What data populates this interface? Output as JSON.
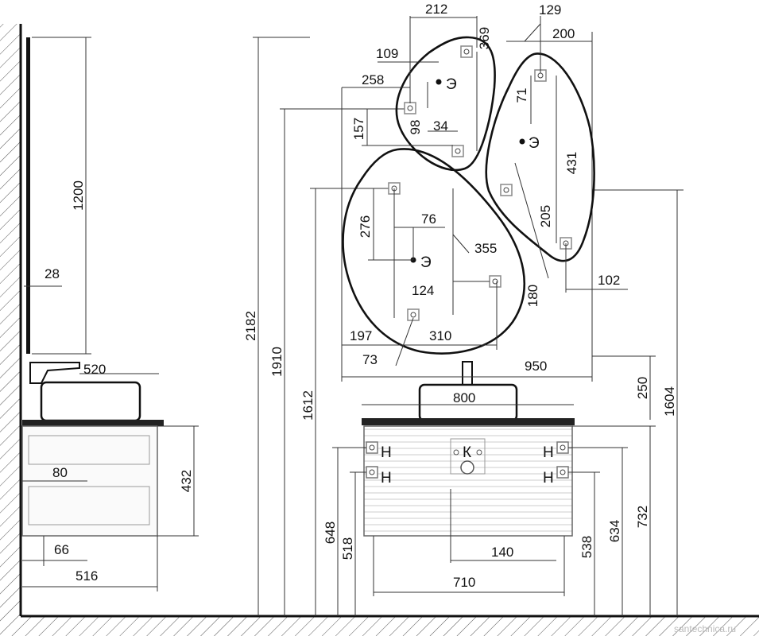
{
  "side_view": {
    "mirror_height": "1200",
    "mirror_depth": "28",
    "top_depth": "520",
    "cabinet_height": "432",
    "drawer_inset": "80",
    "leg_offset": "66",
    "cabinet_depth": "516"
  },
  "front_view": {
    "total_height": "2182",
    "mirror_mount_upper": "1910",
    "mirror_mount_lower": "1612",
    "wall_to_top": "1604",
    "mixer_height": "250",
    "basin_width": "800",
    "counter_width": "950",
    "cabinet_body_width": "710",
    "drain_offset": "140",
    "supply_upper_left": "648",
    "supply_lower_left": "518",
    "supply_lower_right": "538",
    "supply_upper_right": "634",
    "cabinet_top_right": "732",
    "supply_label": "Н",
    "drain_label": "К"
  },
  "mirrors": {
    "top": {
      "d1": "212",
      "d2": "369",
      "d3": "109",
      "d4": "258",
      "d5": "157",
      "d6": "98",
      "d7": "34",
      "socket": "Э"
    },
    "right": {
      "d1": "129",
      "d2": "200",
      "d3": "71",
      "d4": "431",
      "d5": "205",
      "d6": "102",
      "d7": "180",
      "socket": "Э"
    },
    "left": {
      "d1": "276",
      "d2": "76",
      "d3": "355",
      "d4": "124",
      "d5": "197",
      "d6": "310",
      "d7": "73",
      "socket": "Э"
    }
  },
  "watermark": "santechnica.ru"
}
